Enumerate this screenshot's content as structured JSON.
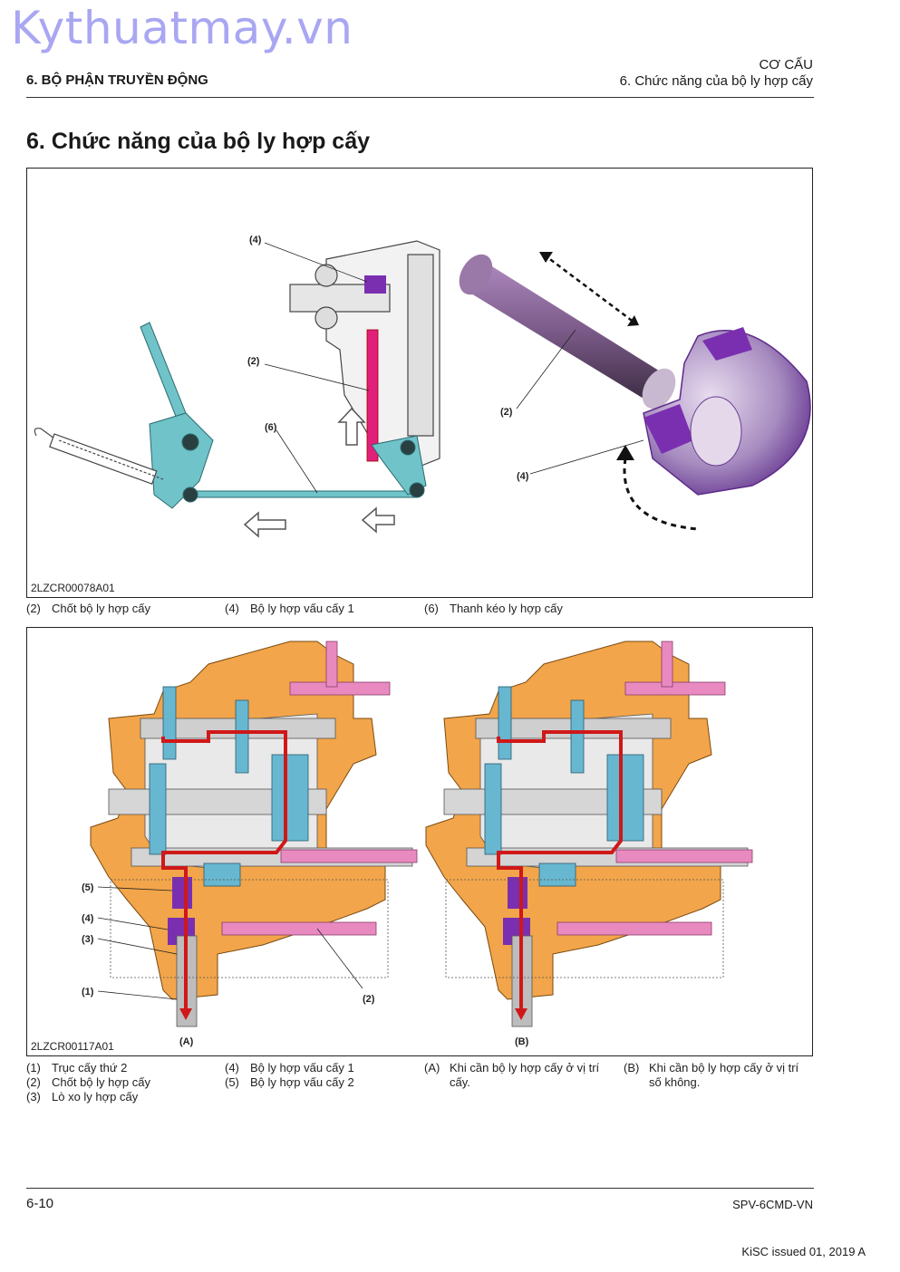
{
  "watermark": "Kythuatmay.vn",
  "header": {
    "section": "6. BỘ PHẬN TRUYỀN ĐỘNG",
    "category": "CƠ CẤU",
    "subtitle": "6. Chức năng của bộ ly hợp cấy"
  },
  "page_title": "6. Chức năng của bộ ly hợp cấy",
  "figure1": {
    "code": "2LZCR00078A01",
    "callouts": [
      "(4)",
      "(2)",
      "(6)",
      "(2)",
      "(4)"
    ],
    "legend": [
      {
        "key": "(2)",
        "text": "Chốt bộ ly hợp cấy"
      },
      {
        "key": "(4)",
        "text": "Bộ ly hợp vấu cấy 1"
      },
      {
        "key": "(6)",
        "text": "Thanh kéo ly hợp cấy"
      }
    ]
  },
  "figure2": {
    "code": "2LZCR00117A01",
    "callouts": [
      "(5)",
      "(4)",
      "(3)",
      "(1)",
      "(2)",
      "(A)",
      "(B)"
    ],
    "legend": [
      {
        "key": "(1)",
        "text": "Trục cấy thứ 2"
      },
      {
        "key": "(2)",
        "text": "Chốt bộ ly hợp cấy"
      },
      {
        "key": "(3)",
        "text": "Lò xo ly hợp cấy"
      },
      {
        "key": "(4)",
        "text": "Bộ ly hợp vấu cấy 1"
      },
      {
        "key": "(5)",
        "text": "Bộ ly hợp vấu cấy 2"
      },
      {
        "key": "(A)",
        "text": "Khi cần bộ ly hợp cấy ở vị trí cấy."
      },
      {
        "key": "(B)",
        "text": "Khi cần bộ ly hợp cấy ở vị trí số không."
      }
    ]
  },
  "footer": {
    "page": "6-10",
    "doc_code": "SPV-6CMD-VN",
    "issued": "KiSC issued 01, 2019 A"
  },
  "colors": {
    "linkage": "#6fc3c9",
    "pin": "#e0207a",
    "clutch": "#7a2fb0",
    "housing": "#f2a54a",
    "gear_blue": "#67b7d1",
    "pink": "#e88ac0",
    "power_path": "#d01818"
  }
}
